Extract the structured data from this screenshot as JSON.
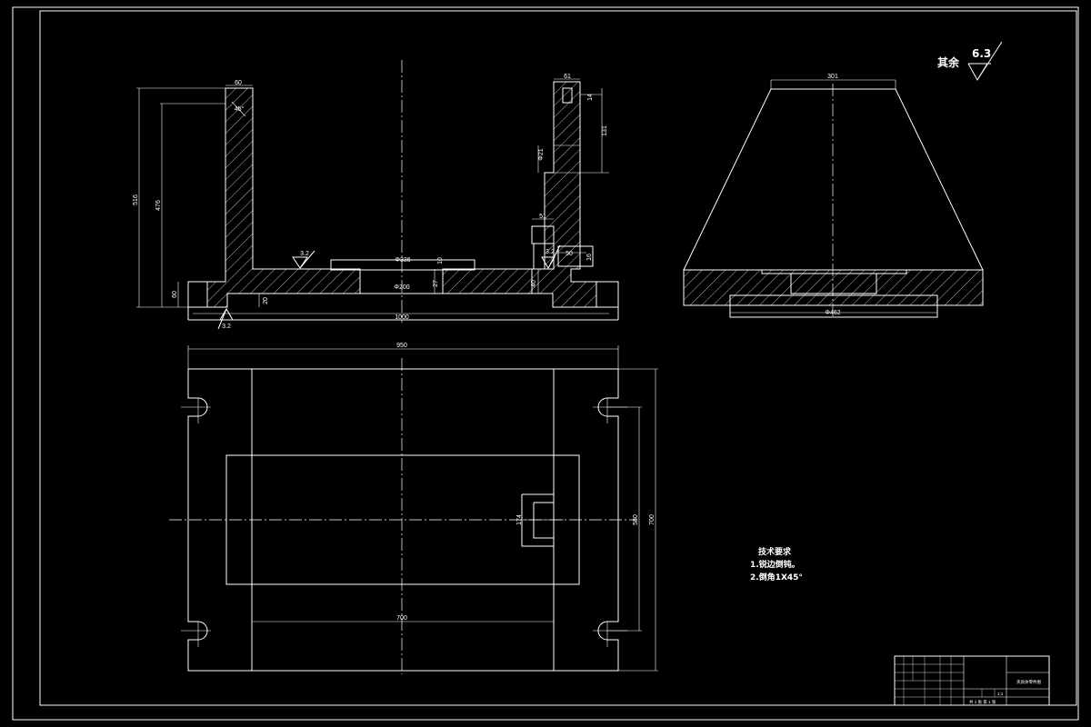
{
  "drawing": {
    "roughness": {
      "rest_label": "其余",
      "rest_value": "6.3",
      "mark_a": "3.2",
      "mark_b": "3.2",
      "mark_c": "3.2"
    },
    "front_view": {
      "dims": {
        "overall_width": "1000",
        "total_height": "516",
        "inner_height": "476",
        "base_thickness": "60",
        "wall_left": "60",
        "wall_right": "61",
        "top_slot": "14",
        "slot_depth": "131",
        "hole_dia": "Φ21",
        "step_w": "51",
        "step_small": "50",
        "step_h": "16",
        "groove_dia": "Φ336",
        "groove_depth": "10",
        "bore_dia": "Φ200",
        "bore_depth": "27",
        "base_step": "20",
        "side_groove": "40",
        "angle": "45°"
      }
    },
    "side_view": {
      "dims": {
        "top_width": "301",
        "bottom_dia": "Φ462"
      }
    },
    "plan_view": {
      "dims": {
        "width": "950",
        "inner_width": "700",
        "height_outer": "700",
        "height_inner": "580",
        "slot": "174"
      }
    },
    "tech_req": {
      "title": "技术要求",
      "line1": "1.锐边倒钝。",
      "line2": "2.倒角1X45°"
    },
    "title_block": {
      "part_name": "夹具体零件图",
      "scale": "1:1",
      "sheet": "共 1 张  第 1 张"
    }
  }
}
